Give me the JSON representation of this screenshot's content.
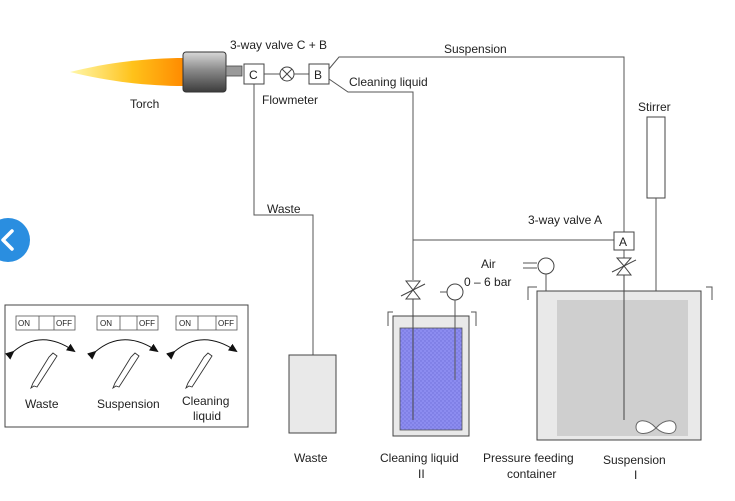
{
  "labels": {
    "torch": "Torch",
    "valve_cb": "3-way valve C + B",
    "suspension_top": "Suspension",
    "cleaning_liquid_line": "Cleaning liquid",
    "flowmeter": "Flowmeter",
    "stirrer": "Stirrer",
    "waste_line": "Waste",
    "valve_a": "3-way valve A",
    "air": "Air",
    "pressure": "0 – 6 bar",
    "valve_c_letter": "C",
    "valve_b_letter": "B",
    "valve_a_letter": "A",
    "waste_container": "Waste",
    "cleaning_container_1": "Cleaning liquid",
    "cleaning_container_2": "II",
    "pressure_container_1": "Pressure feeding",
    "pressure_container_2": "container",
    "suspension_container_1": "Suspension",
    "suspension_container_2": "I"
  },
  "legend": {
    "switches": [
      {
        "on": "ON",
        "off": "OFF",
        "label_1": "Waste",
        "label_2": ""
      },
      {
        "on": "ON",
        "off": "OFF",
        "label_1": "Suspension",
        "label_2": ""
      },
      {
        "on": "ON",
        "off": "OFF",
        "label_1": "Cleaning",
        "label_2": "liquid"
      }
    ]
  },
  "colors": {
    "line": "#555555",
    "cleaning_liquid": "#8c8cf0",
    "suspension_fill": "#cfcfcf",
    "container": "#e9e9e9",
    "back_button": "#2a8ee0"
  },
  "icons": {
    "back": "chevron-left-icon"
  }
}
